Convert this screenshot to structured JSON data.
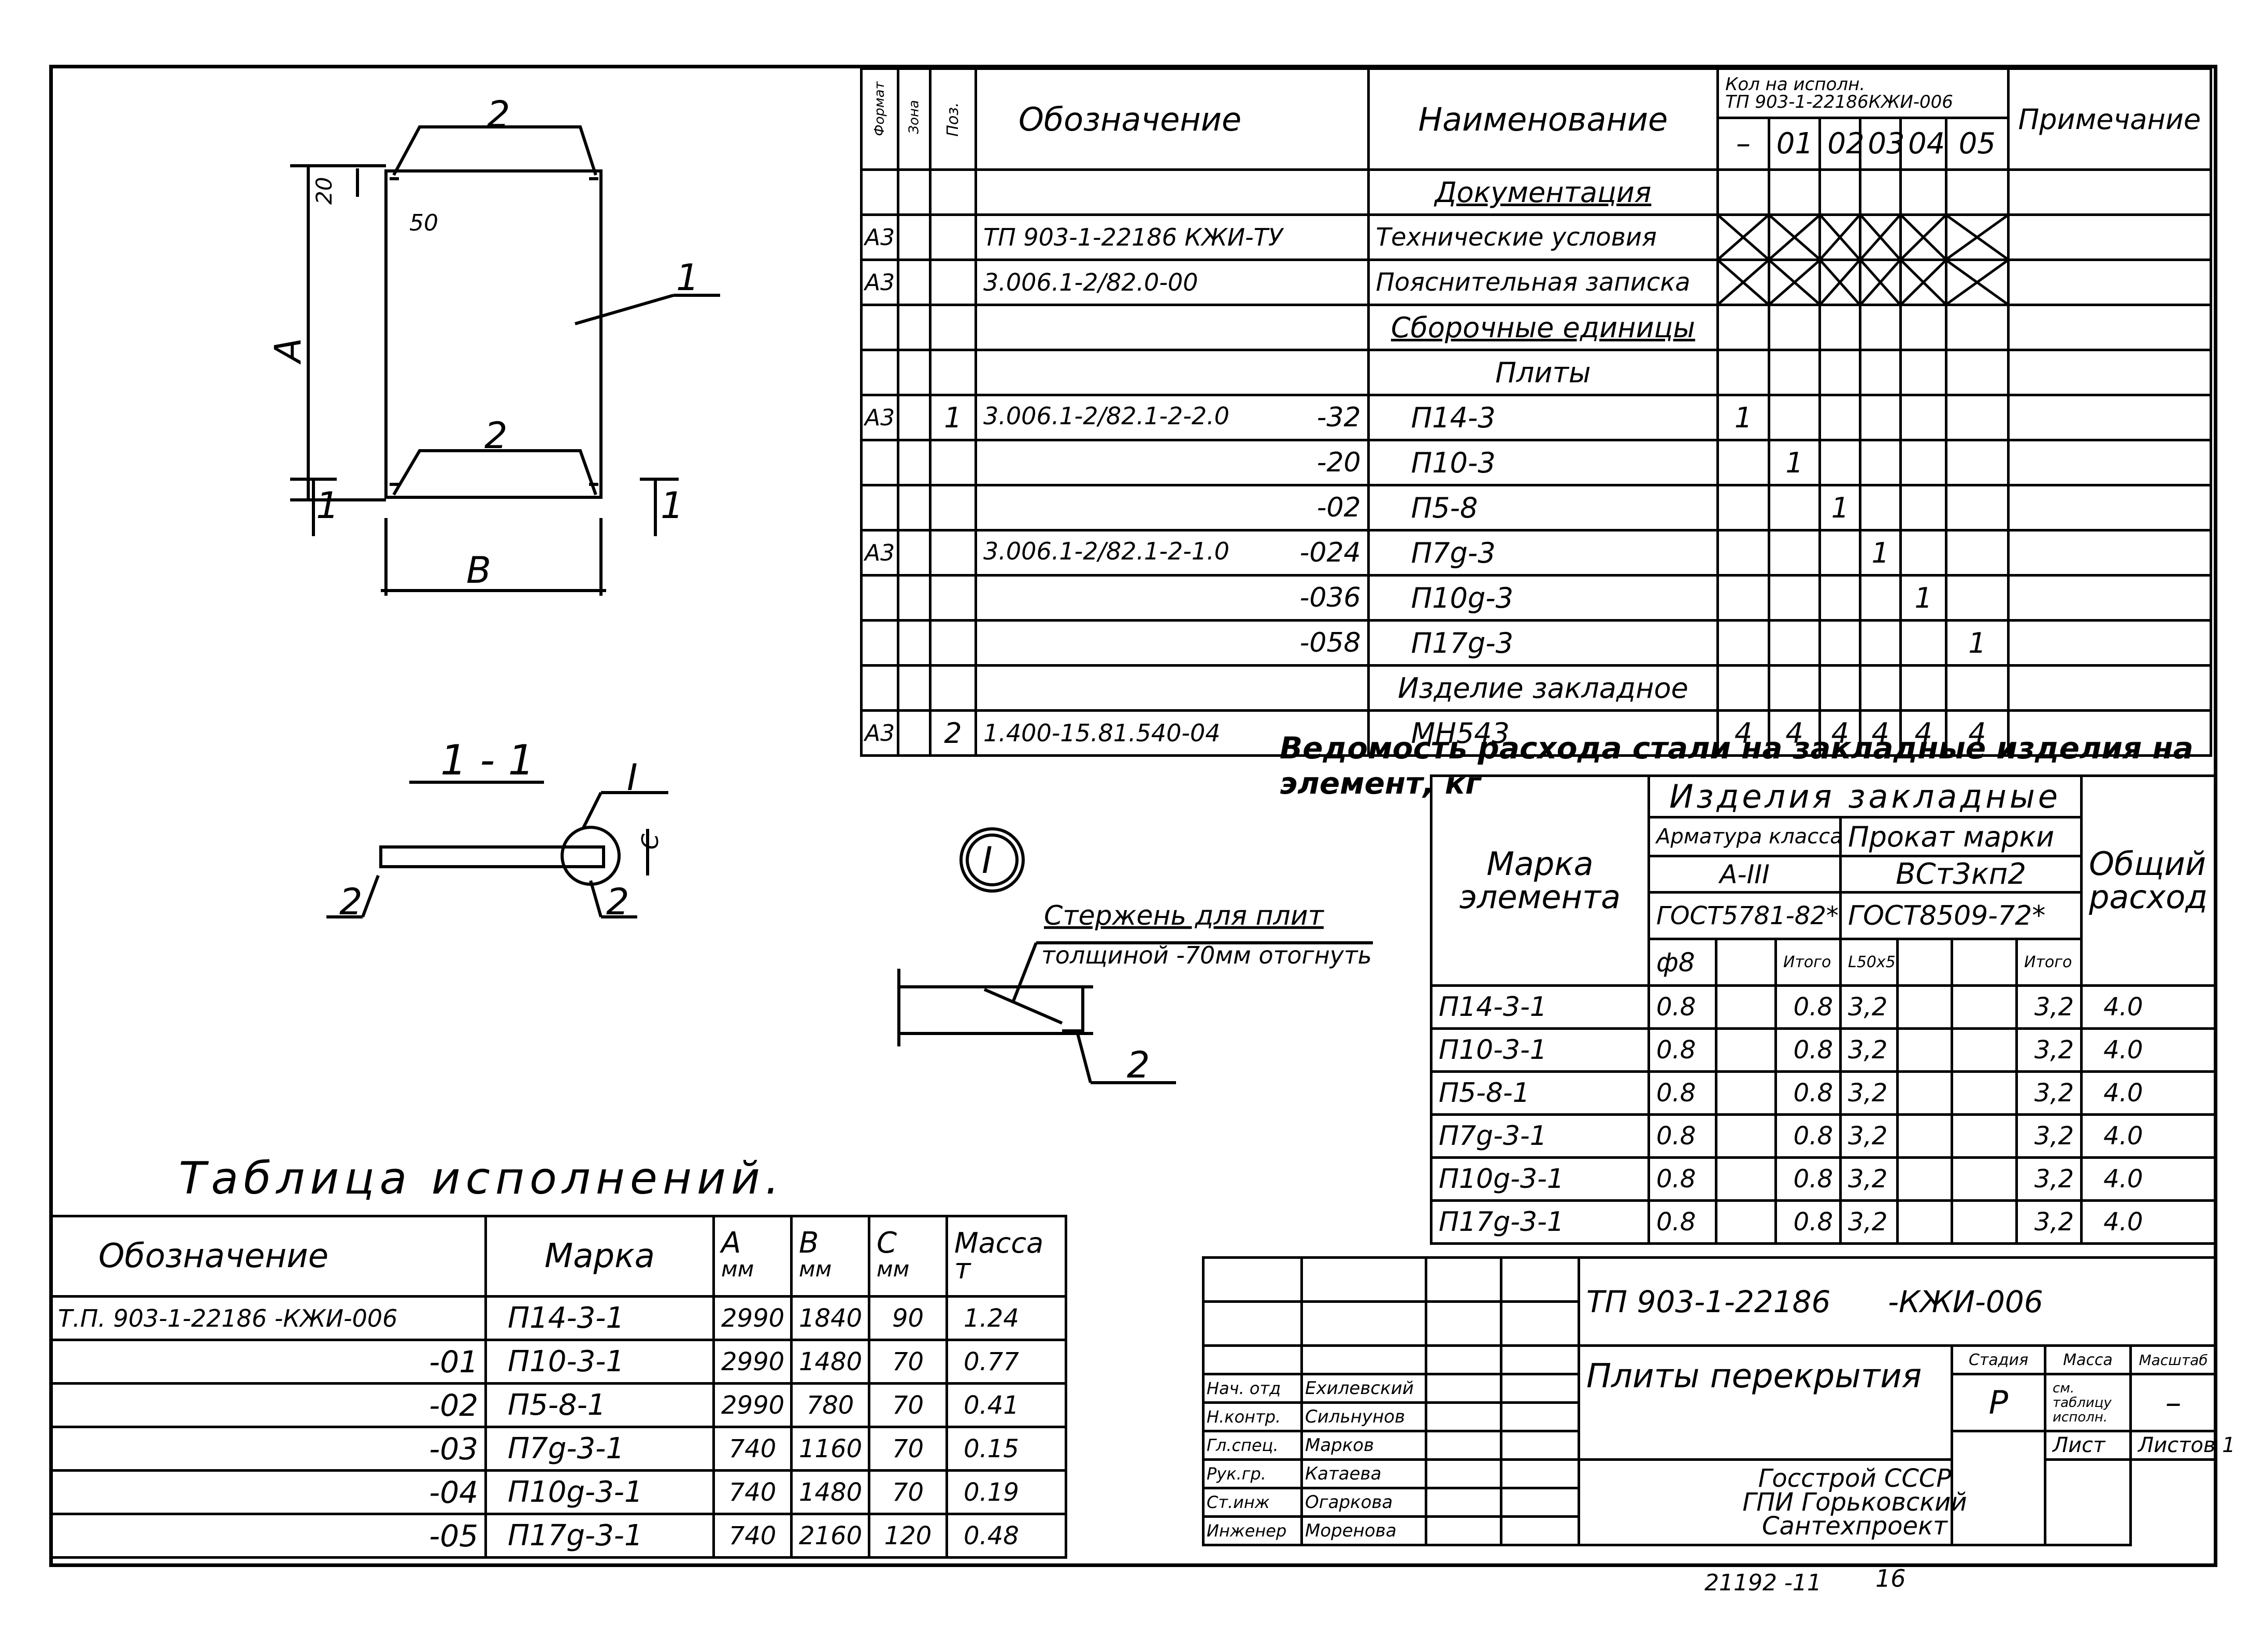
{
  "spec": {
    "headers": {
      "format": "Формат",
      "zone": "Зона",
      "pos": "Поз.",
      "designation": "Обозначение",
      "name": "Наименование",
      "qty_title_1": "Кол на исполн.",
      "qty_title_2": "ТП 903-1-22186КЖИ-006",
      "qty_cols": [
        "–",
        "01",
        "02",
        "03",
        "04",
        "05"
      ],
      "note": "Примечание"
    },
    "rows": [
      {
        "format": "",
        "zone": "",
        "pos": "",
        "desig": "",
        "desig_suffix": "",
        "name": "Документация",
        "q": [
          "",
          "",
          "",
          "",
          "",
          ""
        ],
        "style": "section-u"
      },
      {
        "format": "А3",
        "zone": "",
        "pos": "",
        "desig": "ТП 903-1-22186 КЖИ-ТУ",
        "desig_suffix": "",
        "name": "Технические условия",
        "q": [
          "",
          "",
          "",
          "",
          "",
          ""
        ],
        "style": "x"
      },
      {
        "format": "А3",
        "zone": "",
        "pos": "",
        "desig": "3.006.1-2/82.0-00",
        "desig_suffix": "",
        "name": "Пояснительная записка",
        "q": [
          "",
          "",
          "",
          "",
          "",
          ""
        ],
        "style": "x"
      },
      {
        "format": "",
        "zone": "",
        "pos": "",
        "desig": "",
        "desig_suffix": "",
        "name": "Сборочные единицы",
        "q": [
          "",
          "",
          "",
          "",
          "",
          ""
        ],
        "style": "section-u"
      },
      {
        "format": "",
        "zone": "",
        "pos": "",
        "desig": "",
        "desig_suffix": "",
        "name": "Плиты",
        "q": [
          "",
          "",
          "",
          "",
          "",
          ""
        ],
        "style": "section"
      },
      {
        "format": "А3",
        "zone": "",
        "pos": "1",
        "desig": "3.006.1-2/82.1-2-2.0",
        "desig_suffix": "-32",
        "name": "П14-3",
        "q": [
          "1",
          "",
          "",
          "",
          "",
          ""
        ],
        "style": ""
      },
      {
        "format": "",
        "zone": "",
        "pos": "",
        "desig": "",
        "desig_suffix": "-20",
        "name": "П10-3",
        "q": [
          "",
          "1",
          "",
          "",
          "",
          ""
        ],
        "style": ""
      },
      {
        "format": "",
        "zone": "",
        "pos": "",
        "desig": "",
        "desig_suffix": "-02",
        "name": "П5-8",
        "q": [
          "",
          "",
          "1",
          "",
          "",
          ""
        ],
        "style": ""
      },
      {
        "format": "А3",
        "zone": "",
        "pos": "",
        "desig": "3.006.1-2/82.1-2-1.0",
        "desig_suffix": "-024",
        "name": "П7g-3",
        "q": [
          "",
          "",
          "",
          "1",
          "",
          ""
        ],
        "style": ""
      },
      {
        "format": "",
        "zone": "",
        "pos": "",
        "desig": "",
        "desig_suffix": "-036",
        "name": "П10g-3",
        "q": [
          "",
          "",
          "",
          "",
          "1",
          ""
        ],
        "style": ""
      },
      {
        "format": "",
        "zone": "",
        "pos": "",
        "desig": "",
        "desig_suffix": "-058",
        "name": "П17g-3",
        "q": [
          "",
          "",
          "",
          "",
          "",
          "1"
        ],
        "style": ""
      },
      {
        "format": "",
        "zone": "",
        "pos": "",
        "desig": "",
        "desig_suffix": "",
        "name": "Изделие закладное",
        "q": [
          "",
          "",
          "",
          "",
          "",
          ""
        ],
        "style": "section"
      },
      {
        "format": "А3",
        "zone": "",
        "pos": "2",
        "desig": "1.400-15.81.540-04",
        "desig_suffix": "",
        "name": "МН543",
        "q": [
          "4",
          "4",
          "4",
          "4",
          "4",
          "4"
        ],
        "style": ""
      }
    ]
  },
  "steel": {
    "title": "Ведомость расхода стали на закладные изделия на элемент, кг",
    "h_mark": "Марка элемента",
    "h_items": "Изделия закладные",
    "h_rebar": "Арматура класса",
    "h_rebar_class": "А-III",
    "h_rebar_gost": "ГОСТ5781-82*",
    "h_rolled": "Прокат марки",
    "h_rolled_mark": "ВСт3кп2",
    "h_rolled_gost": "ГОСТ8509-72*",
    "h_total": "Общий расход",
    "h_phi8": "ф8",
    "h_itogo1": "Итого",
    "h_l50": "L50x5",
    "h_itogo2": "Итого",
    "rows": [
      {
        "mark": "П14-3-1",
        "phi8": "0.8",
        "it1": "0.8",
        "l50": "3,2",
        "it2": "3,2",
        "total": "4.0"
      },
      {
        "mark": "П10-3-1",
        "phi8": "0.8",
        "it1": "0.8",
        "l50": "3,2",
        "it2": "3,2",
        "total": "4.0"
      },
      {
        "mark": "П5-8-1",
        "phi8": "0.8",
        "it1": "0.8",
        "l50": "3,2",
        "it2": "3,2",
        "total": "4.0"
      },
      {
        "mark": "П7g-3-1",
        "phi8": "0.8",
        "it1": "0.8",
        "l50": "3,2",
        "it2": "3,2",
        "total": "4.0"
      },
      {
        "mark": "П10g-3-1",
        "phi8": "0.8",
        "it1": "0.8",
        "l50": "3,2",
        "it2": "3,2",
        "total": "4.0"
      },
      {
        "mark": "П17g-3-1",
        "phi8": "0.8",
        "it1": "0.8",
        "l50": "3,2",
        "it2": "3,2",
        "total": "4.0"
      }
    ]
  },
  "exec": {
    "title": "Таблица исполнений.",
    "headers": {
      "designation": "Обозначение",
      "mark": "Марка",
      "a": "А",
      "b": "В",
      "c": "С",
      "mm": "мм",
      "mass": "Масса",
      "t": "т"
    },
    "rows": [
      {
        "desig": "Т.П. 903-1-22186 -КЖИ-006",
        "mark": "П14-3-1",
        "a": "2990",
        "b": "1840",
        "c": "90",
        "m": "1.24"
      },
      {
        "desig": "-01",
        "mark": "П10-3-1",
        "a": "2990",
        "b": "1480",
        "c": "70",
        "m": "0.77"
      },
      {
        "desig": "-02",
        "mark": "П5-8-1",
        "a": "2990",
        "b": "780",
        "c": "70",
        "m": "0.41"
      },
      {
        "desig": "-03",
        "mark": "П7g-3-1",
        "a": "740",
        "b": "1160",
        "c": "70",
        "m": "0.15"
      },
      {
        "desig": "-04",
        "mark": "П10g-3-1",
        "a": "740",
        "b": "1480",
        "c": "70",
        "m": "0.19"
      },
      {
        "desig": "-05",
        "mark": "П17g-3-1",
        "a": "740",
        "b": "2160",
        "c": "120",
        "m": "0.48"
      }
    ]
  },
  "title_block": {
    "code": "ТП 903-1-22186",
    "code_suffix": "-КЖИ-006",
    "name": "Плиты перекрытия",
    "stage_h": "Стадия",
    "mass_h": "Масса",
    "scale_h": "Масштаб",
    "stage": "Р",
    "mass": "см. таблицу исполн.",
    "scale": "–",
    "sheet_h": "Лист",
    "sheets_h": "Листов 1",
    "org1": "Госстрой СССР",
    "org2": "ГПИ Горьковский",
    "org3": "Сантехпроект",
    "people": [
      {
        "role": "Нач. отд",
        "name": "Ехилевский"
      },
      {
        "role": "Н.контр.",
        "name": "Сильнунов"
      },
      {
        "role": "Гл.спец.",
        "name": "Марков"
      },
      {
        "role": "Рук.гр.",
        "name": "Катаева"
      },
      {
        "role": "Ст.инж",
        "name": "Огаркова"
      },
      {
        "role": "Инженер",
        "name": "Моренова"
      }
    ]
  },
  "drawing": {
    "dim_top": "2",
    "dim_20": "20",
    "dim_50": "50",
    "dim_a": "А",
    "dim_b": "В",
    "leader_1": "1",
    "label_2_mid": "2",
    "cut_left": "1",
    "cut_right": "1",
    "section_title": "1 - 1",
    "callout_I": "I",
    "dim_c": "С",
    "label_2_left": "2",
    "label_2_right": "2",
    "detail_I": "I",
    "rod_note_1": "Стержень для плит",
    "rod_note_2": "толщиной -70мм отогнуть",
    "label_2_detail": "2"
  },
  "footer": {
    "code": "21192 -11",
    "page": "16"
  }
}
